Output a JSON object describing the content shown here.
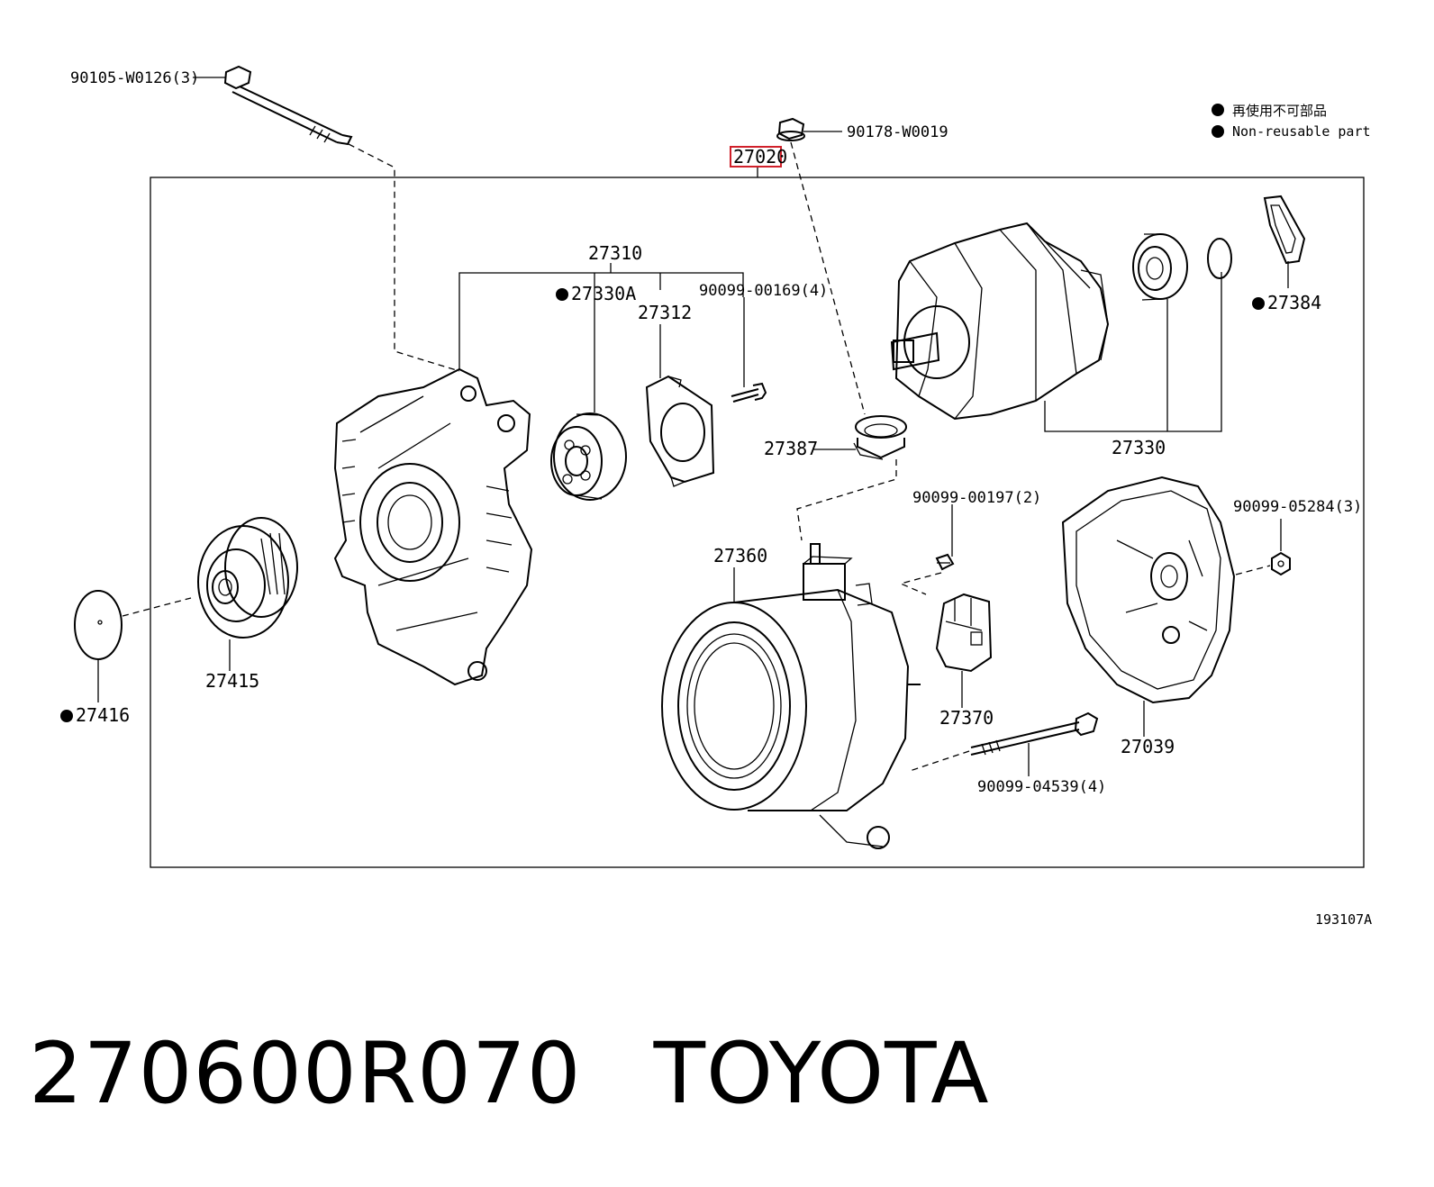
{
  "diagram": {
    "callouts": {
      "bolt_top": "90105-W0126(3)",
      "nut_top": "90178-W0019",
      "assembly": "27020",
      "drive_frame": "27310",
      "bearing_front": "27330A",
      "retainer": "27312",
      "screw_front": "90099-00169(4)",
      "rotor": "27330",
      "cover_ring": "27384",
      "insulator": "27387",
      "pulley": "27415",
      "cap": "27416",
      "stator": "27360",
      "screw_brush": "90099-00197(2)",
      "brush_holder": "27370",
      "rear_cover": "27039",
      "nut_rear": "90099-05284(3)",
      "through_bolt": "90099-04539(4)"
    },
    "legend": {
      "jp": "再使用不可部品",
      "en": "Non-reusable part"
    },
    "reference": "193107A"
  },
  "caption": {
    "part_number": "270600R070",
    "brand": "TOYOTA"
  },
  "colors": {
    "line": "#000000",
    "highlight": "#d0202a",
    "background": "#ffffff"
  }
}
